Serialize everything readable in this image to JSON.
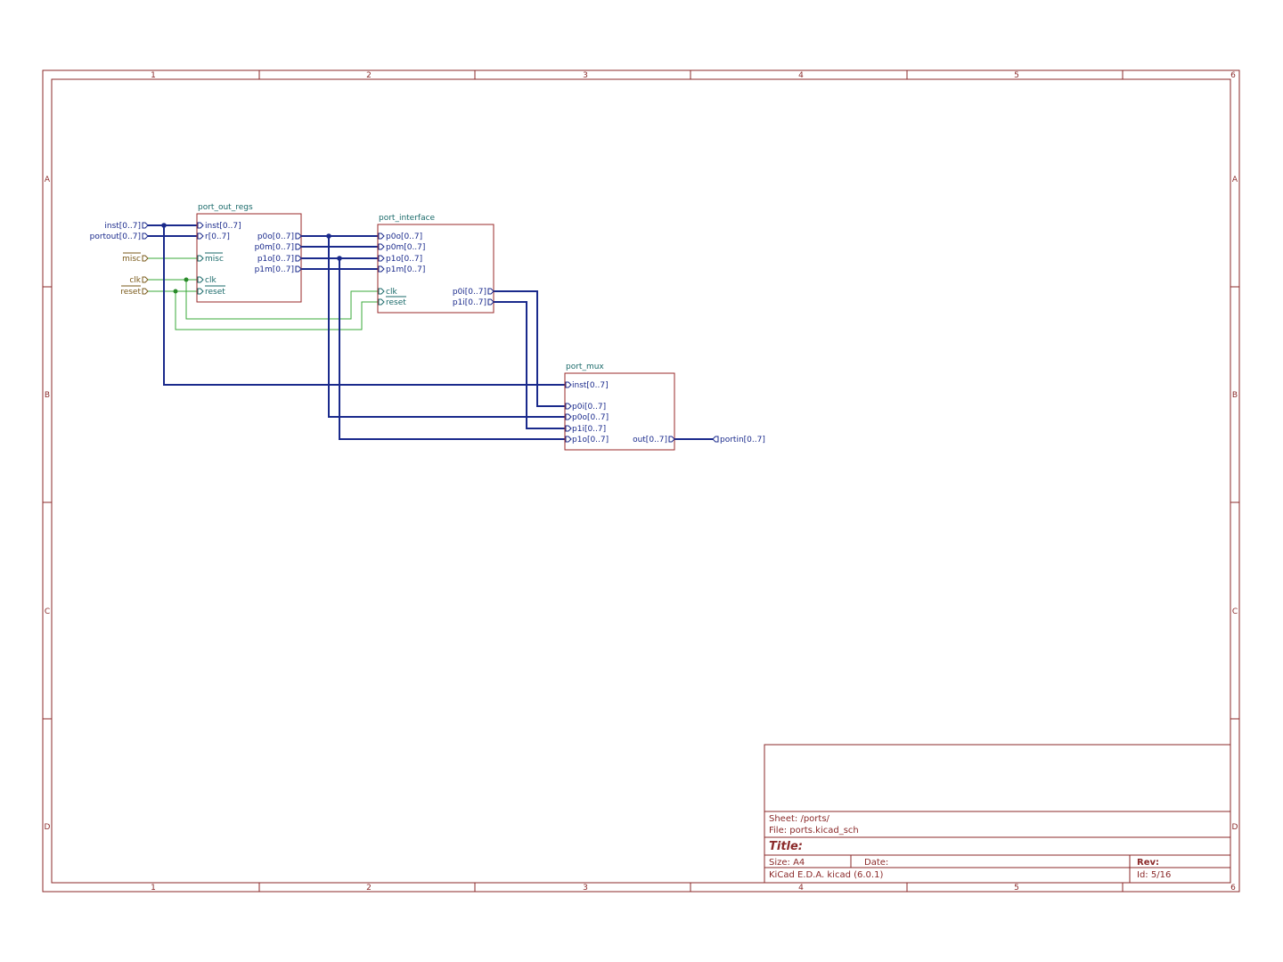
{
  "border": {
    "columns": [
      "1",
      "2",
      "3",
      "4",
      "5",
      "6"
    ],
    "rows": [
      "A",
      "B",
      "C",
      "D"
    ]
  },
  "global_labels": {
    "inst": "inst[0..7]",
    "portout": "portout[0..7]",
    "misc": "misc",
    "clk": "clk",
    "reset": "reset",
    "portin": "portin[0..7]"
  },
  "sheets": {
    "port_out_regs": {
      "name": "port_out_regs",
      "pins_left": [
        "inst[0..7]",
        "r[0..7]",
        "misc",
        "clk",
        "reset"
      ],
      "pins_right": [
        "p0o[0..7]",
        "p0m[0..7]",
        "p1o[0..7]",
        "p1m[0..7]"
      ]
    },
    "port_interface": {
      "name": "port_interface",
      "pins_left": [
        "p0o[0..7]",
        "p0m[0..7]",
        "p1o[0..7]",
        "p1m[0..7]",
        "clk",
        "reset"
      ],
      "pins_right": [
        "p0i[0..7]",
        "p1i[0..7]"
      ]
    },
    "port_mux": {
      "name": "port_mux",
      "pins_left": [
        "inst[0..7]",
        "p0i[0..7]",
        "p0o[0..7]",
        "p1i[0..7]",
        "p1o[0..7]"
      ],
      "pins_right": [
        "out[0..7]"
      ]
    }
  },
  "title_block": {
    "sheet": "Sheet: /ports/",
    "file": "File: ports.kicad_sch",
    "title": "Title:",
    "size": "Size: A4",
    "date": "Date:",
    "rev": "Rev:",
    "tool": "KiCad E.D.A.  kicad (6.0.1)",
    "id": "Id: 5/16"
  },
  "colors": {
    "border": "#8b2a2a",
    "bus": "#1a2a8c",
    "wire": "#3aaa3a",
    "sheet_name": "#1a6a6a",
    "signal_label": "#7a5a1a"
  }
}
